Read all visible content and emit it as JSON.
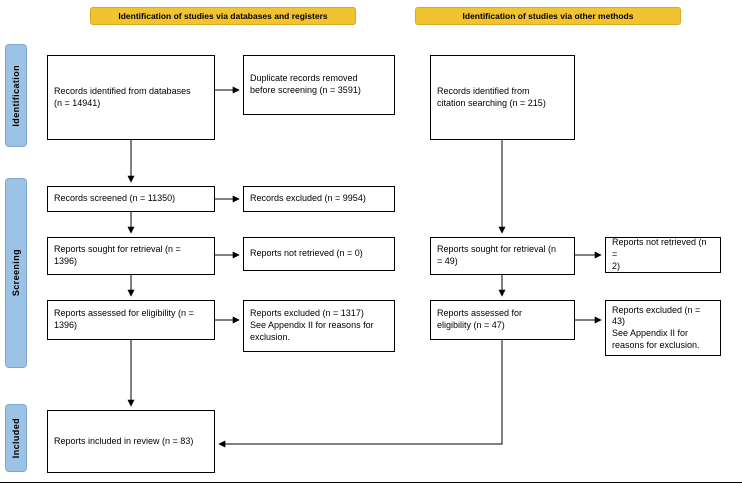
{
  "headers": {
    "databases": "Identification of studies via databases and registers",
    "other_methods": "Identification of studies via other methods"
  },
  "stage_labels": {
    "identification": "Identification",
    "screening": "Screening",
    "included": "Included"
  },
  "boxes": {
    "records_identified_db": "Records identified from databases\n(n = 14941)",
    "duplicates_removed": "Duplicate records removed\nbefore screening (n = 3591)",
    "records_screened": "Records screened (n = 11350)",
    "records_excluded": "Records excluded (n = 9954)",
    "reports_sought_db": "Reports sought for retrieval (n =\n1396)",
    "reports_not_retrieved_db": "Reports not retrieved (n = 0)",
    "reports_assessed_db": "Reports assessed for eligibility (n =\n1396)",
    "reports_excluded_db": "Reports excluded (n = 1317)\nSee Appendix II for reasons for\nexclusion.",
    "records_identified_citation": "Records identified from\ncitation searching (n = 215)",
    "reports_sought_other": "Reports sought for retrieval (n\n= 49)",
    "reports_not_retrieved_other": "Reports not retrieved (n =\n2)",
    "reports_assessed_other": "Reports assessed for\neligibility (n = 47)",
    "reports_excluded_other": "Reports excluded (n = 43)\nSee Appendix II for\nreasons for exclusion.",
    "reports_included": "Reports included in review (n = 83)"
  },
  "colors": {
    "header_bg": "#F2C331",
    "stage_bg": "#9CC3E5",
    "box_border": "#000000",
    "arrow": "#000000"
  }
}
